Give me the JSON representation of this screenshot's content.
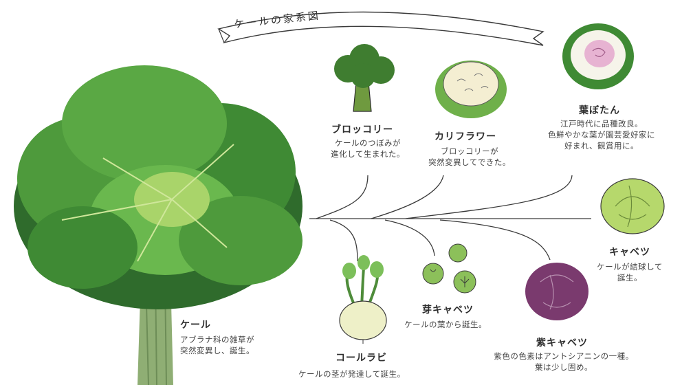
{
  "title": "ケールの家系図",
  "colors": {
    "kale_dark": "#2f6b2c",
    "kale_mid": "#4e9a3c",
    "kale_light": "#a9d46a",
    "stem": "#8fae74",
    "cauliflower": "#f4eed2",
    "peony_pink": "#e7b3d2",
    "cabbage_green": "#b6d86c",
    "red_cabbage": "#7a3a6e",
    "line": "#3a3a3a"
  },
  "kale": {
    "name": "ケール",
    "desc": [
      "アブラナ科の雑草が",
      "突然変異し、誕生。"
    ]
  },
  "top_items": [
    {
      "name": "ブロッコリー",
      "desc": [
        "ケールのつぼみが",
        "進化して生まれた。"
      ]
    },
    {
      "name": "カリフラワー",
      "desc": [
        "ブロッコリーが",
        "突然変異してできた。"
      ]
    },
    {
      "name": "葉ぼたん",
      "desc": [
        "江戸時代に品種改良。",
        "色鮮やかな葉が園芸愛好家に",
        "好まれ、観賞用に。"
      ]
    }
  ],
  "bottom_items": [
    {
      "name": "コールラビ",
      "desc": [
        "ケールの茎が発達して誕生。"
      ]
    },
    {
      "name": "芽キャベツ",
      "desc": [
        "ケールの葉から誕生。"
      ]
    },
    {
      "name": "紫キャベツ",
      "desc": [
        "紫色の色素はアントシアニンの一種。",
        "葉は少し固め。"
      ]
    },
    {
      "name": "キャベツ",
      "desc": [
        "ケールが結球して",
        "誕生。"
      ]
    }
  ]
}
